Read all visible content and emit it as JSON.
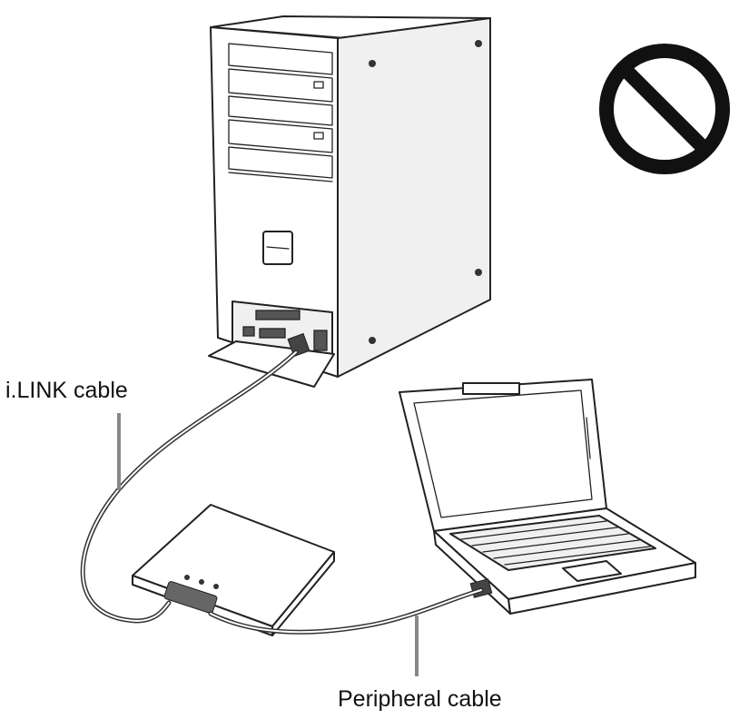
{
  "labels": {
    "ilink_cable": "i.LINK cable",
    "peripheral_cable": "Peripheral cable"
  },
  "prohibition_symbol": {
    "icon": "prohibited-icon",
    "color": "#111111"
  },
  "devices": [
    "desktop-tower",
    "laptop",
    "external-drive"
  ]
}
